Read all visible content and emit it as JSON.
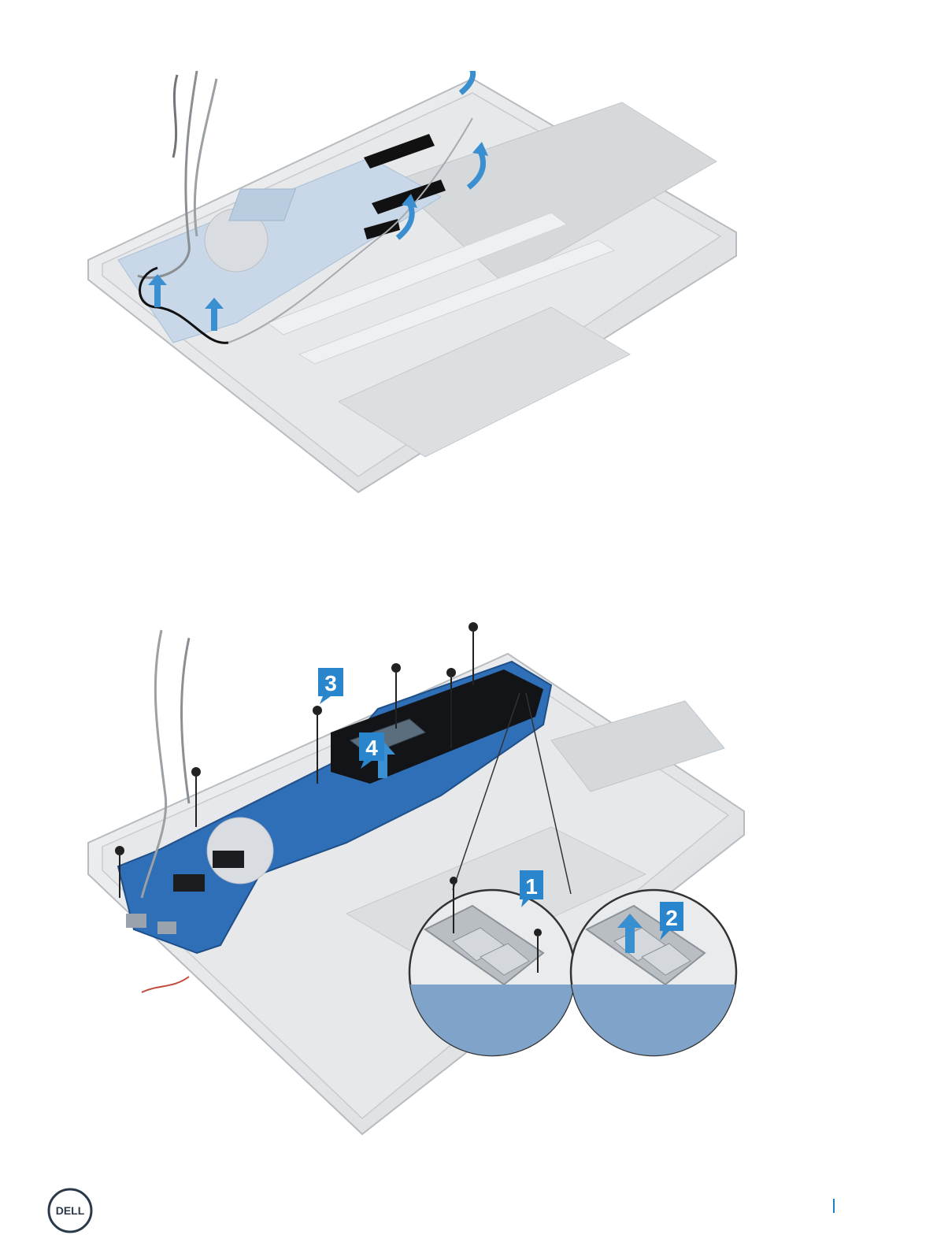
{
  "brand": {
    "logo_text": "DELL",
    "accent_color": "#1f7fc4"
  },
  "figure_1": {
    "arrow_color": "#3a8fd0"
  },
  "figure_2": {
    "callouts": [
      {
        "label": "1"
      },
      {
        "label": "2"
      },
      {
        "label": "3"
      },
      {
        "label": "4"
      }
    ],
    "callout_color": "#2a86cc"
  },
  "icons": [
    "screw-icon",
    "lift-arrow-icon",
    "dell-logo-icon"
  ]
}
